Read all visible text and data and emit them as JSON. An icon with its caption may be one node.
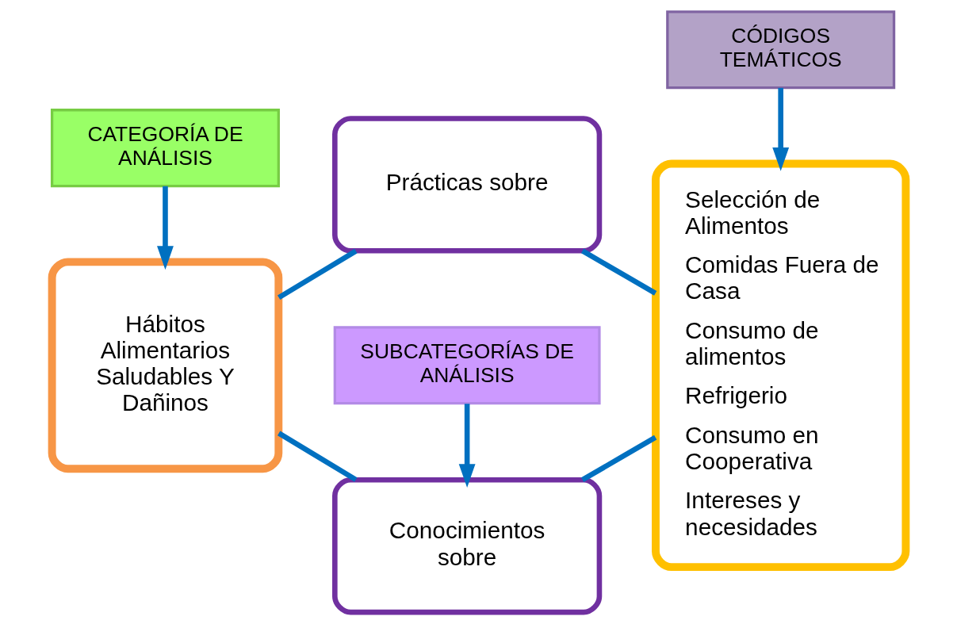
{
  "diagram": {
    "nodes": [
      {
        "text": [
          "CATEGORÍA DE ANÁLISIS"
        ]
      },
      {
        "text": [
          "SUBCATEGORÍAS DE ANÁLISIS"
        ]
      },
      {
        "text": [
          "CÓDIGOS TEMÁTICOS"
        ]
      },
      {
        "text": [
          "Hábitos Alimentarios Saludables Y Dañinos"
        ]
      },
      {
        "text": [
          "Conocimientos sobre"
        ]
      },
      {
        "text": [
          "Prácticas sobre"
        ]
      },
      {
        "text": [
          "Selección de Alimentos",
          "Comidas Fuera de Casa",
          "Consumo de alimentos",
          "Refrigerio",
          "Consumo en Cooperativa",
          "Intereses y necesidades"
        ]
      }
    ],
    "edges": [
      {
        "from": 0,
        "to": 3,
        "arrow": "to"
      },
      {
        "from": 1,
        "to": 4,
        "arrow": "to"
      },
      {
        "from": 2,
        "to": 6,
        "arrow": "to"
      },
      {
        "from": 3,
        "to": 4,
        "arrow": "none"
      },
      {
        "from": 3,
        "to": 5,
        "arrow": "none"
      },
      {
        "from": 4,
        "to": 6,
        "arrow": "none"
      },
      {
        "from": 5,
        "to": 6,
        "arrow": "none"
      }
    ]
  }
}
